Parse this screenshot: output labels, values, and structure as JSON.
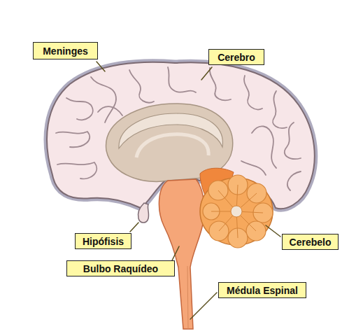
{
  "diagram": {
    "nodes": [
      {
        "text": [
          "Meninges"
        ]
      },
      {
        "text": [
          "Cerebro"
        ]
      },
      {
        "text": [
          "Hipófisis"
        ]
      },
      {
        "text": [
          "Cerebelo"
        ]
      },
      {
        "text": [
          "Bulbo Raquídeo"
        ]
      },
      {
        "text": [
          "Médula Espinal"
        ]
      }
    ]
  }
}
